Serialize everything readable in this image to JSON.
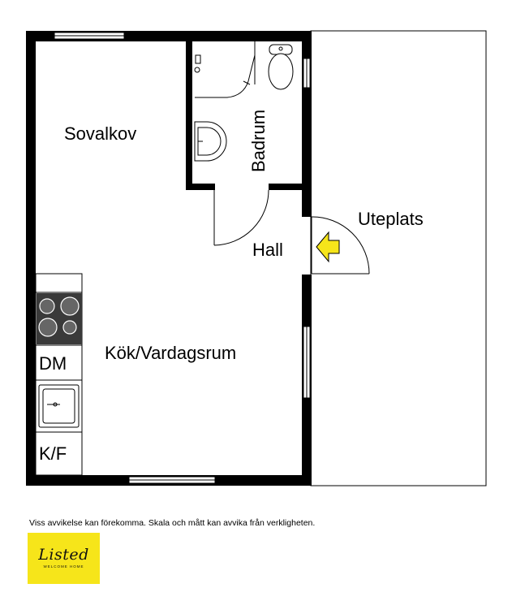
{
  "rooms": {
    "sovalkov": "Sovalkov",
    "badrum": "Badrum",
    "hall": "Hall",
    "uteplats": "Uteplats",
    "kok_vardagsrum": "Kök/Vardagsrum"
  },
  "fixtures": {
    "dishwasher": "DM",
    "fridge_freezer": "K/F"
  },
  "footer": {
    "disclaimer": "Viss avvikelse kan förekomma. Skala och mått kan avvika från verkligheten.",
    "logo_brand": "Listed",
    "logo_tagline": "WELCOME HOME"
  },
  "colors": {
    "wall": "#000000",
    "entrance_arrow": "#f6e51a",
    "logo_background": "#f6e51a"
  },
  "icons": [
    "entrance-arrow-icon",
    "stove-icon",
    "sink-icon",
    "toilet-icon",
    "washbasin-icon",
    "shower-icon"
  ]
}
